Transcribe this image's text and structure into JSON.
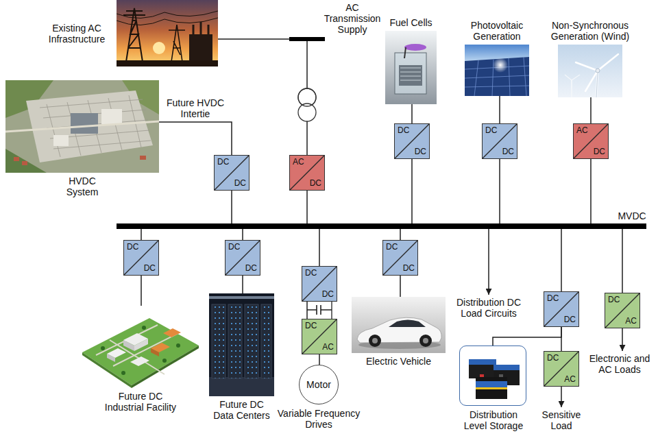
{
  "diagram": {
    "nodes": [
      {
        "text": [
          "Existing AC Infrastructure"
        ]
      },
      {
        "text": [
          "AC Transmission Supply"
        ]
      },
      {
        "text": [
          "Fuel Cells"
        ]
      },
      {
        "text": [
          "Photovoltaic Generation"
        ]
      },
      {
        "text": [
          "Non-Synchronous Generation (Wind)"
        ]
      },
      {
        "text": [
          "HVDC System"
        ]
      },
      {
        "text": [
          "DC",
          "DC"
        ]
      },
      {
        "text": [
          "AC",
          "DC"
        ]
      },
      {
        "text": [
          "DC",
          "DC"
        ]
      },
      {
        "text": [
          "DC",
          "DC"
        ]
      },
      {
        "text": [
          "AC",
          "DC"
        ]
      },
      {
        "text": [
          "MVDC"
        ]
      },
      {
        "text": [
          "DC",
          "DC"
        ]
      },
      {
        "text": [
          "DC",
          "DC"
        ]
      },
      {
        "text": [
          "DC",
          "DC"
        ]
      },
      {
        "text": [
          "DC",
          "AC"
        ]
      },
      {
        "text": [
          "Motor"
        ]
      },
      {
        "text": [
          "DC",
          "DC"
        ]
      },
      {
        "text": [
          "Distribution DC Load Circuits"
        ]
      },
      {
        "text": [
          "DC",
          "DC"
        ]
      },
      {
        "text": [
          "DC",
          "AC"
        ]
      },
      {
        "text": [
          "DC",
          "AC"
        ]
      },
      {
        "text": [
          "Future DC Industrial Facility"
        ]
      },
      {
        "text": [
          "Future DC Data Centers"
        ]
      },
      {
        "text": [
          "Electric Vehicle"
        ]
      },
      {
        "text": [
          "Distribution Level Storage"
        ]
      },
      {
        "text": [
          "Sensitive Load"
        ]
      },
      {
        "text": [
          "Electronic and AC Loads"
        ]
      }
    ],
    "edges": [
      {
        "from": 0,
        "to": 1,
        "arrow": "none"
      },
      {
        "from": 1,
        "to": 7,
        "arrow": "none"
      },
      {
        "from": 5,
        "to": 6,
        "label": "Future HVDC Intertie",
        "arrow": "none"
      },
      {
        "from": 6,
        "to": 11,
        "arrow": "none"
      },
      {
        "from": 7,
        "to": 11,
        "arrow": "none"
      },
      {
        "from": 2,
        "to": 8,
        "arrow": "none"
      },
      {
        "from": 8,
        "to": 11,
        "arrow": "none"
      },
      {
        "from": 3,
        "to": 9,
        "arrow": "none"
      },
      {
        "from": 9,
        "to": 11,
        "arrow": "none"
      },
      {
        "from": 4,
        "to": 10,
        "arrow": "none"
      },
      {
        "from": 10,
        "to": 11,
        "arrow": "none"
      },
      {
        "from": 11,
        "to": 12,
        "arrow": "none"
      },
      {
        "from": 12,
        "to": 22,
        "arrow": "none"
      },
      {
        "from": 11,
        "to": 13,
        "arrow": "none"
      },
      {
        "from": 13,
        "to": 23,
        "arrow": "none"
      },
      {
        "from": 11,
        "to": 14,
        "arrow": "none"
      },
      {
        "from": 14,
        "to": 15,
        "arrow": "none"
      },
      {
        "from": 15,
        "to": 16,
        "arrow": "none"
      },
      {
        "from": 11,
        "to": 17,
        "arrow": "none"
      },
      {
        "from": 17,
        "to": 24,
        "arrow": "none"
      },
      {
        "from": 11,
        "to": 18,
        "arrow": "to"
      },
      {
        "from": 11,
        "to": 19,
        "arrow": "none"
      },
      {
        "from": 19,
        "to": 25,
        "arrow": "none"
      },
      {
        "from": 19,
        "to": 20,
        "arrow": "none"
      },
      {
        "from": 20,
        "to": 26,
        "arrow": "to"
      },
      {
        "from": 11,
        "to": 21,
        "arrow": "none"
      },
      {
        "from": 21,
        "to": 27,
        "arrow": "to"
      }
    ],
    "labels": [
      "Variable Frequency Drives"
    ]
  }
}
